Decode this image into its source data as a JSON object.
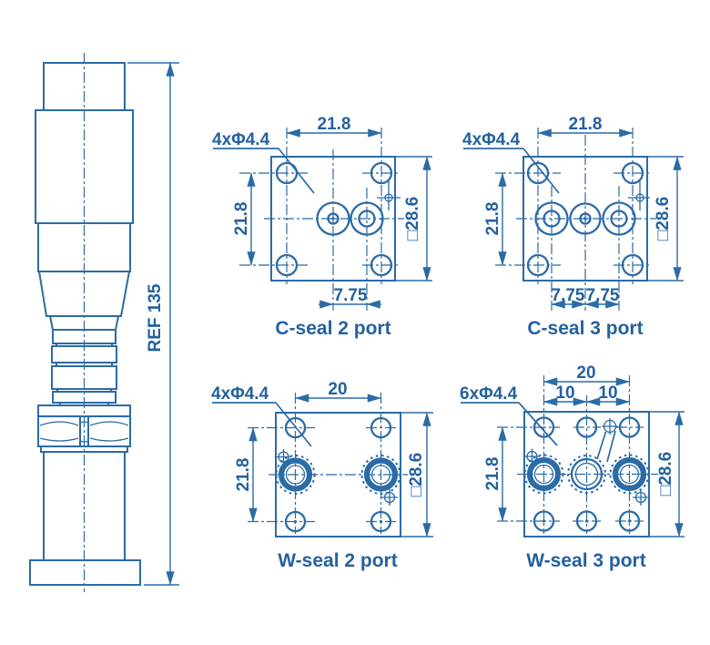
{
  "colors": {
    "line": "#2b6ba6",
    "text": "#24619e",
    "background": "#ffffff"
  },
  "valve": {
    "ref_dimension": "REF 135"
  },
  "views": {
    "c2": {
      "caption": "C-seal 2 port",
      "callout": "4xΦ4.4",
      "dim_top": "21.8",
      "dim_left": "21.8",
      "dim_bottom": "7.75",
      "dim_side": "□28.6"
    },
    "c3": {
      "caption": "C-seal 3 port",
      "callout": "4xΦ4.4",
      "dim_top": "21.8",
      "dim_left": "21.8",
      "dim_bottom_left": "7.75",
      "dim_bottom_right": "7.75",
      "dim_side": "□28.6"
    },
    "w2": {
      "caption": "W-seal 2 port",
      "callout": "4xΦ4.4",
      "dim_top": "20",
      "dim_left": "21.8",
      "dim_side": "□28.6"
    },
    "w3": {
      "caption": "W-seal 3 port",
      "callout": "6xΦ4.4",
      "dim_top": "20",
      "dim_top_left": "10",
      "dim_top_right": "10",
      "dim_left": "21.8",
      "dim_side": "□28.6"
    }
  }
}
